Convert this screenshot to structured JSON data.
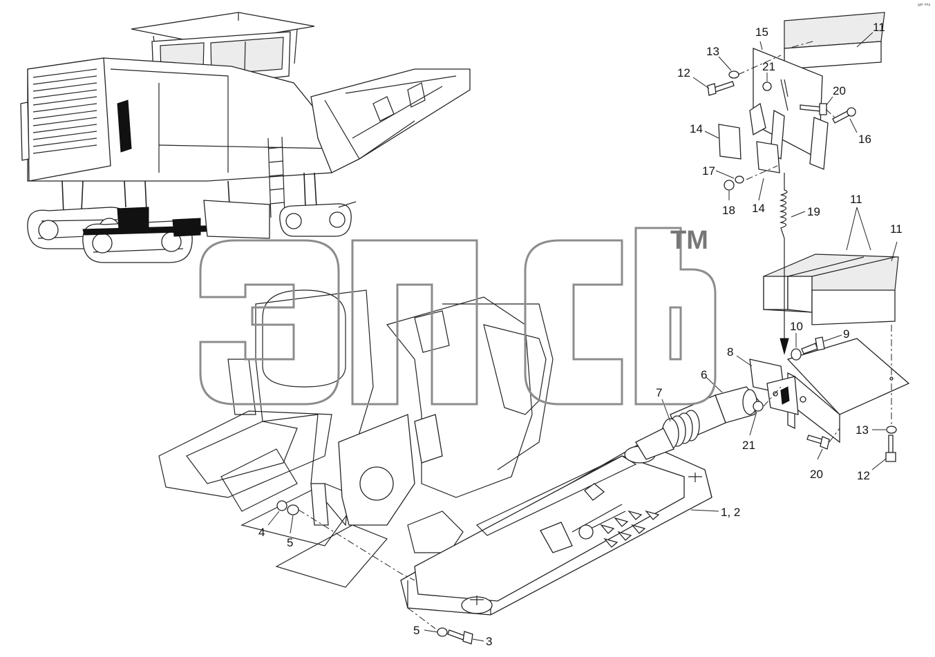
{
  "watermark": {
    "text": "эпсь",
    "trademark": "TM"
  },
  "corner_code": "ᵃ²⁰ ⁰⁰⁸",
  "callouts": [
    {
      "id": "c11a",
      "label": "11"
    },
    {
      "id": "c15",
      "label": "15"
    },
    {
      "id": "c13a",
      "label": "13"
    },
    {
      "id": "c21a",
      "label": "21"
    },
    {
      "id": "c12a",
      "label": "12"
    },
    {
      "id": "c20a",
      "label": "20"
    },
    {
      "id": "c14a",
      "label": "14"
    },
    {
      "id": "c16",
      "label": "16"
    },
    {
      "id": "c17",
      "label": "17"
    },
    {
      "id": "c18",
      "label": "18"
    },
    {
      "id": "c14b",
      "label": "14"
    },
    {
      "id": "c19",
      "label": "19"
    },
    {
      "id": "c11b",
      "label": "11"
    },
    {
      "id": "c11c",
      "label": "11"
    },
    {
      "id": "c10",
      "label": "10"
    },
    {
      "id": "c9",
      "label": "9"
    },
    {
      "id": "c8",
      "label": "8"
    },
    {
      "id": "c6",
      "label": "6"
    },
    {
      "id": "c7",
      "label": "7"
    },
    {
      "id": "c21b",
      "label": "21"
    },
    {
      "id": "c13b",
      "label": "13"
    },
    {
      "id": "c20b",
      "label": "20"
    },
    {
      "id": "c12b",
      "label": "12"
    },
    {
      "id": "c12",
      "label": "1, 2"
    },
    {
      "id": "c4",
      "label": "4"
    },
    {
      "id": "c5a",
      "label": "5"
    },
    {
      "id": "c5b",
      "label": "5"
    },
    {
      "id": "c3",
      "label": "3"
    }
  ]
}
